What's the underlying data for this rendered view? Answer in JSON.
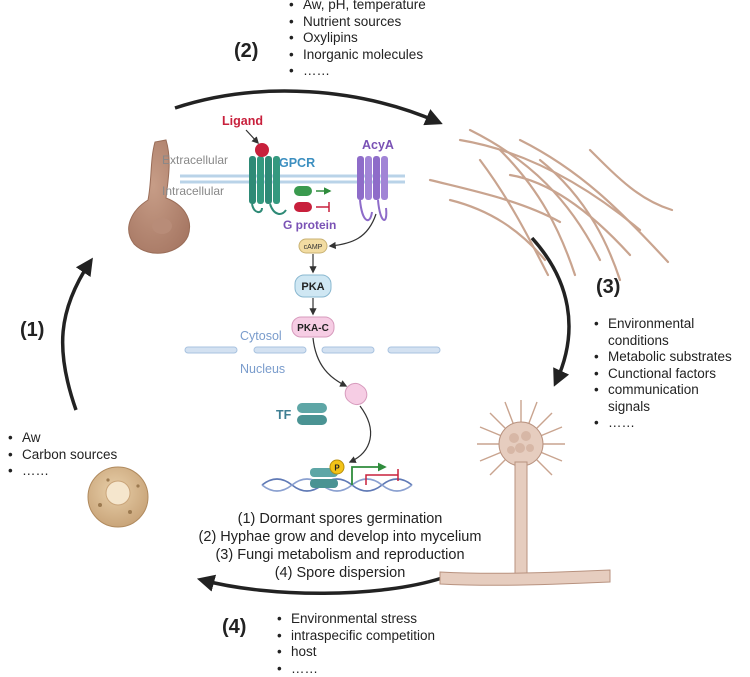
{
  "steps": {
    "s1": "(1)",
    "s2": "(2)",
    "s3": "(3)",
    "s4": "(4)"
  },
  "top_list": [
    "Aw, pH, temperature",
    "Nutrient sources",
    "Oxylipins",
    "Inorganic molecules",
    "……"
  ],
  "right_list": [
    "Environmental conditions",
    "Metabolic substrates",
    "Cunctional factors",
    "communication signals",
    "……"
  ],
  "left_list": [
    "Aw",
    "Carbon sources",
    "……"
  ],
  "bottom_list": [
    "Environmental stress",
    "intraspecific competition",
    "host",
    "……"
  ],
  "membrane": {
    "extracellular": "Extracellular",
    "intracellular": "Intracellular"
  },
  "labels": {
    "ligand": "Ligand",
    "gpcr": "GPCR",
    "acya": "AcyA",
    "g_protein": "G protein",
    "camp": "cAMP",
    "pka": "PKA",
    "pka_c": "PKA-C",
    "cytosol": "Cytosol",
    "nucleus": "Nucleus",
    "tf": "TF",
    "p": "P"
  },
  "summary": [
    "(1) Dormant spores germination",
    "(2) Hyphae grow and develop into mycelium",
    "(3) Fungi metabolism and reproduction",
    "(4) Spore dispersion"
  ],
  "colors": {
    "ligand": "#c8203c",
    "gpcr": "#2e8a76",
    "acya": "#8e6cc9",
    "membrane": "#b9d3e8",
    "fungus": "#c9a48f",
    "camp": "#f2dca2",
    "pka": "#cfe7f3",
    "pka_c": "#f6cde4",
    "tf": "#5ea6a6",
    "dna": "#5f79b5"
  }
}
